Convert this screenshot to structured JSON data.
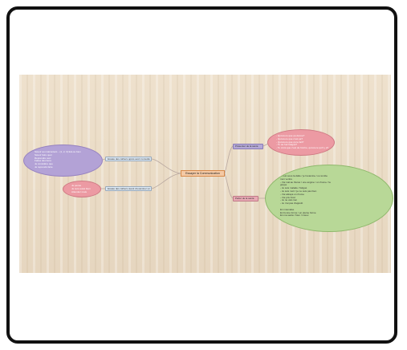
{
  "mindmap": {
    "center": "Essayer la Communication",
    "left_branches": [
      {
        "label": "Essaie des cahiers après avoir consulté un malade",
        "detail": "Savoir au malcontent... (1, 2, 3) Est-ce bien\nSavoir faire quoi\nReprendre ceci\nFaites des liens\nJe considère que\nJe reprends faire"
      },
      {
        "label": "Essaie des cahiers avant d'examiner un malade",
        "detail": "Je pense\nJe suis aussi bien\nAttendez mais"
      }
    ],
    "right_branches": [
      {
        "label": "Présenter de la santé",
        "detail": "- Qu'est-ce que ça donne?\n- Qu'est-ce que c'est ça?\n- Qu'est-ce que ça te fait?\n- Tu as l'air fatigué?\n- Tu crois que c'est de l'écrire, qu'est-ce qu'il y a?"
      },
      {
        "label": "Parler de la santé",
        "detail": "- Il est sous la dalle / je l'examine / ou tombe\n  mon ventre\n- J'ai mal au thorax / une angine / un rhume / la\n  grippe\n- Je suis malade / fatigué\n- Je suis mort / je ne suis pas bien\n- J'ai attrapé un rhume\n- J'ai pris froid\n- Je ne vais rien\n- Je n'ai pas d'appétit\n\nEn mauvaise\nEn bonne forme / en pleine forme\nEn ma santé / bien / mieux"
      }
    ]
  }
}
